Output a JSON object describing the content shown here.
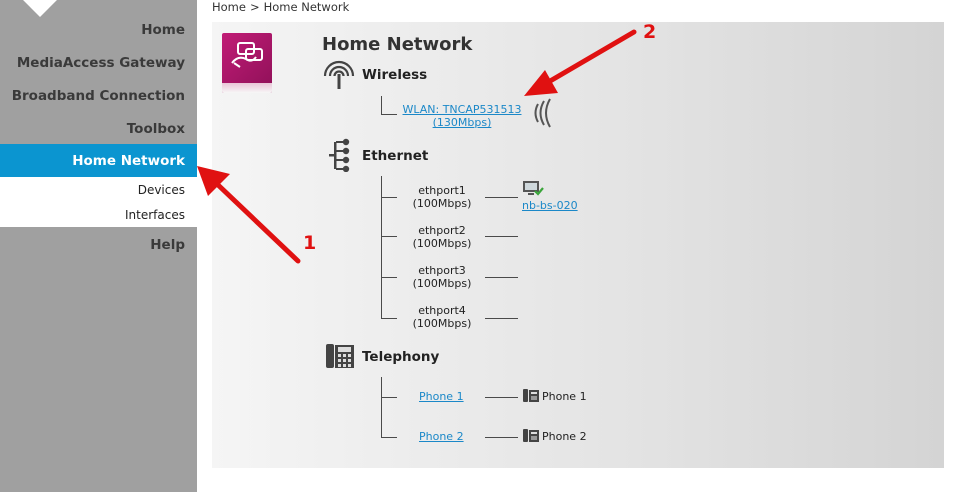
{
  "sidebar": {
    "items": [
      {
        "label": "Home"
      },
      {
        "label": "MediaAccess Gateway"
      },
      {
        "label": "Broadband Connection"
      },
      {
        "label": "Toolbox"
      },
      {
        "label": "Home Network",
        "active": true
      },
      {
        "label": "Help"
      }
    ],
    "submenu": [
      {
        "label": "Devices"
      },
      {
        "label": "Interfaces"
      }
    ]
  },
  "breadcrumb": {
    "root": "Home",
    "separator": ">",
    "current": "Home Network"
  },
  "page": {
    "title": "Home Network",
    "logo_icon": "gateway-icon"
  },
  "wireless": {
    "title": "Wireless",
    "icon": "wireless-antenna-icon",
    "wlan_name": "WLAN: TNCAP531513",
    "wlan_speed": "(130Mbps)"
  },
  "ethernet": {
    "title": "Ethernet",
    "icon": "ethernet-tree-icon",
    "ports": [
      {
        "name": "ethport1",
        "speed": "(100Mbps)",
        "device": "nb-bs-020"
      },
      {
        "name": "ethport2",
        "speed": "(100Mbps)"
      },
      {
        "name": "ethport3",
        "speed": "(100Mbps)"
      },
      {
        "name": "ethport4",
        "speed": "(100Mbps)"
      }
    ]
  },
  "telephony": {
    "title": "Telephony",
    "icon": "telephone-icon",
    "phones": [
      {
        "link": "Phone 1",
        "device": "Phone 1"
      },
      {
        "link": "Phone 2",
        "device": "Phone 2"
      }
    ]
  },
  "annotations": [
    {
      "number": "1"
    },
    {
      "number": "2"
    }
  ],
  "colors": {
    "accent": "#0b95d0",
    "link": "#1b88c8",
    "annotation": "#e01111",
    "logo": "#b5176d"
  }
}
